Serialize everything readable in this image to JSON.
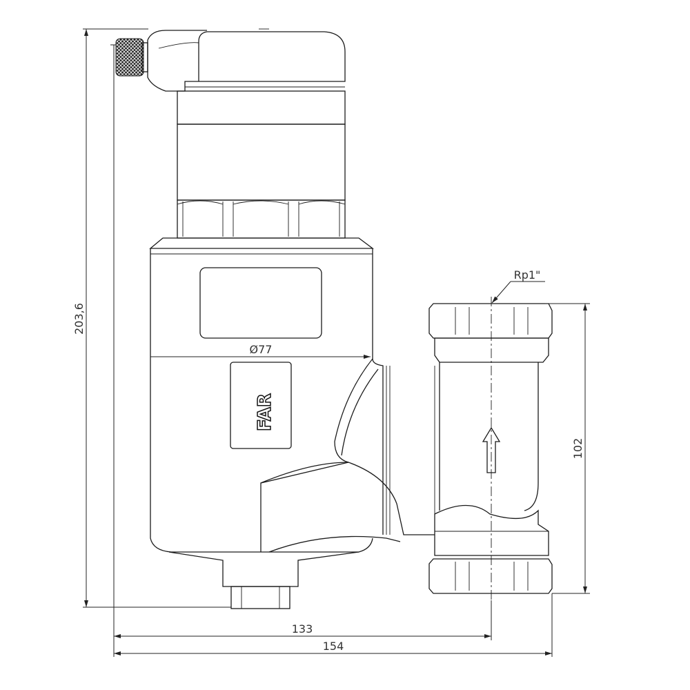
{
  "drawing": {
    "brand_logo": "FAR",
    "dimensions": {
      "overall_height": "203,6",
      "body_diameter": "Ø77",
      "thread": "Rp1\"",
      "port_center_distance": "102",
      "width_to_axis": "133",
      "overall_width": "154"
    },
    "colors": {
      "line": "#1a1a1a",
      "background": "#ffffff"
    }
  }
}
